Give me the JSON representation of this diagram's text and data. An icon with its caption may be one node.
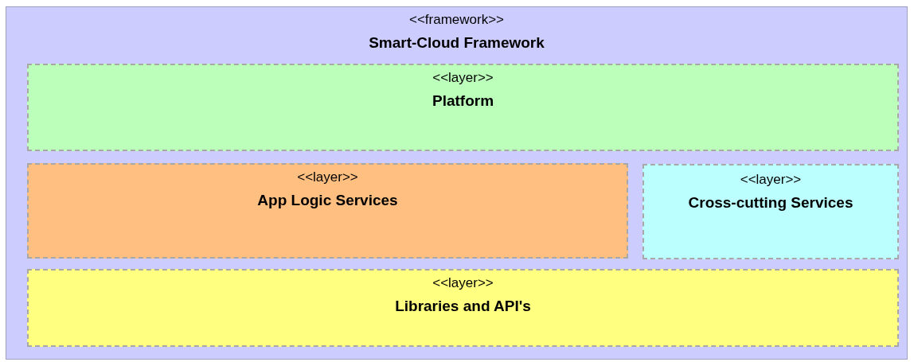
{
  "diagram": {
    "nodes": [
      {
        "text": [
          "<<framework>>",
          "Smart-Cloud Framework"
        ]
      },
      {
        "text": [
          "<<layer>>",
          "Platform"
        ],
        "in": 0
      },
      {
        "text": [
          "<<layer>>",
          "App Logic Services"
        ],
        "in": 0
      },
      {
        "text": [
          "<<layer>>",
          "Cross-cutting Services"
        ],
        "in": 0
      },
      {
        "text": [
          "<<layer>>",
          "Libraries and API's"
        ],
        "in": 0
      }
    ]
  }
}
